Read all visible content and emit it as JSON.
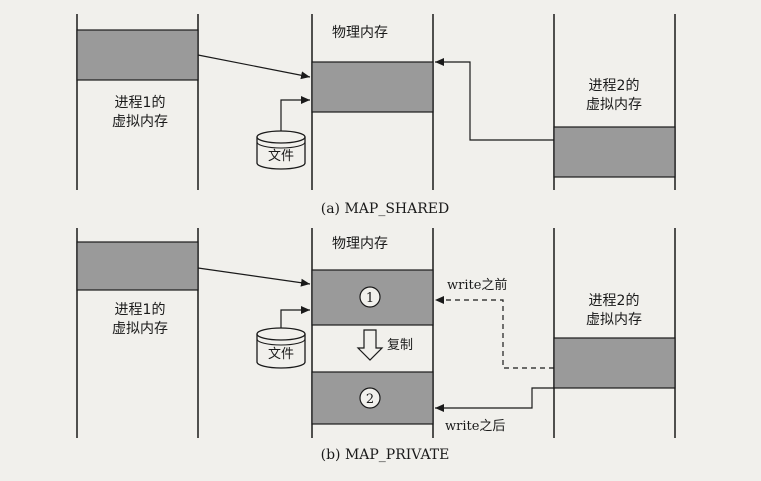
{
  "diagram_a": {
    "caption": "(a) MAP_SHARED",
    "physical_memory_label": "物理内存",
    "process1_label_line1": "进程1的",
    "process1_label_line2": "虚拟内存",
    "process2_label_line1": "进程2的",
    "process2_label_line2": "虚拟内存",
    "file_label": "文件"
  },
  "diagram_b": {
    "caption": "(b) MAP_PRIVATE",
    "physical_memory_label": "物理内存",
    "process1_label_line1": "进程1的",
    "process1_label_line2": "虚拟内存",
    "process2_label_line1": "进程2的",
    "process2_label_line2": "虚拟内存",
    "file_label": "文件",
    "page1_number": "1",
    "page2_number": "2",
    "copy_label": "复制",
    "write_before_label": "write之前",
    "write_after_label": "write之后"
  },
  "colors": {
    "shaded_region": "#9a9a9a",
    "line": "#1a1a1a",
    "background": "#f1f0ec"
  }
}
